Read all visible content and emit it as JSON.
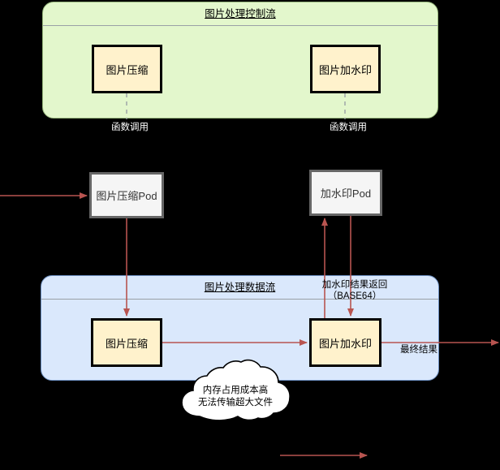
{
  "diagram": {
    "title_control_flow": "图片处理控制流",
    "title_data_flow": "图片处理数据流"
  },
  "control_flow": {
    "title": "图片处理控制流",
    "nodes": [
      {
        "id": "compress",
        "label": "图片压缩"
      },
      {
        "id": "watermark",
        "label": "图片加水印"
      }
    ],
    "edge_labels": [
      {
        "id": "call-compress",
        "label": "函数调用"
      },
      {
        "id": "call-watermark",
        "label": "函数调用"
      }
    ]
  },
  "pods": [
    {
      "id": "compress-pod",
      "label": "图片压缩Pod"
    },
    {
      "id": "watermark-pod",
      "label": "加水印Pod"
    }
  ],
  "data_flow": {
    "title": "图片处理数据流",
    "nodes": [
      {
        "id": "compress",
        "label": "图片压缩"
      },
      {
        "id": "watermark",
        "label": "图片加水印"
      }
    ],
    "edge_labels": [
      {
        "id": "watermark-return",
        "line1": "加水印结果返回",
        "line2": "（BASE64）"
      },
      {
        "id": "final-result",
        "label": "最终结果"
      }
    ]
  },
  "cloud": {
    "line1": "内存占用成本高",
    "line2": "无法传输超大文件"
  },
  "colors": {
    "background": "#000000",
    "lane_green_fill": "#e3f7cc",
    "lane_green_stroke": "#97b77c",
    "lane_blue_fill": "#dae8fc",
    "lane_blue_stroke": "#6c8ebf",
    "process_fill": "#fff2cc",
    "process_stroke": "#000000",
    "pod_fill": "#f5f5f5",
    "pod_stroke": "#666666",
    "arrow_red": "#b85450",
    "dashed_gray": "#9aa0a6",
    "cloud_fill": "#ffffff"
  }
}
